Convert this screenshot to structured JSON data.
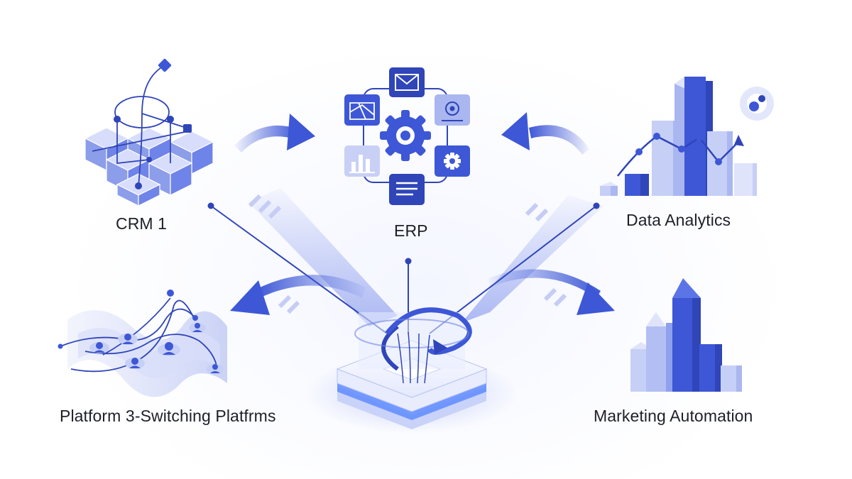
{
  "nodes": {
    "crm": {
      "label": "CRM 1"
    },
    "erp": {
      "label": "ERP"
    },
    "data_analytics": {
      "label": "Data Analytics"
    },
    "platform": {
      "label": "Platform 3-Switching Platfrms"
    },
    "marketing": {
      "label": "Marketing Automation"
    }
  },
  "colors": {
    "primary": "#3d57d6",
    "dark": "#2f45b8",
    "light": "#a9b6f0",
    "pale": "#dfe4fb",
    "glow": "#6fa8ff"
  },
  "icons": {
    "crm": "isometric-cubes-network-icon",
    "erp": "gear-hub-icon",
    "data_analytics": "bar-line-chart-icon",
    "platform": "wave-user-network-icon",
    "marketing": "skyscraper-bars-icon",
    "hub": "central-switch-platform-icon"
  }
}
